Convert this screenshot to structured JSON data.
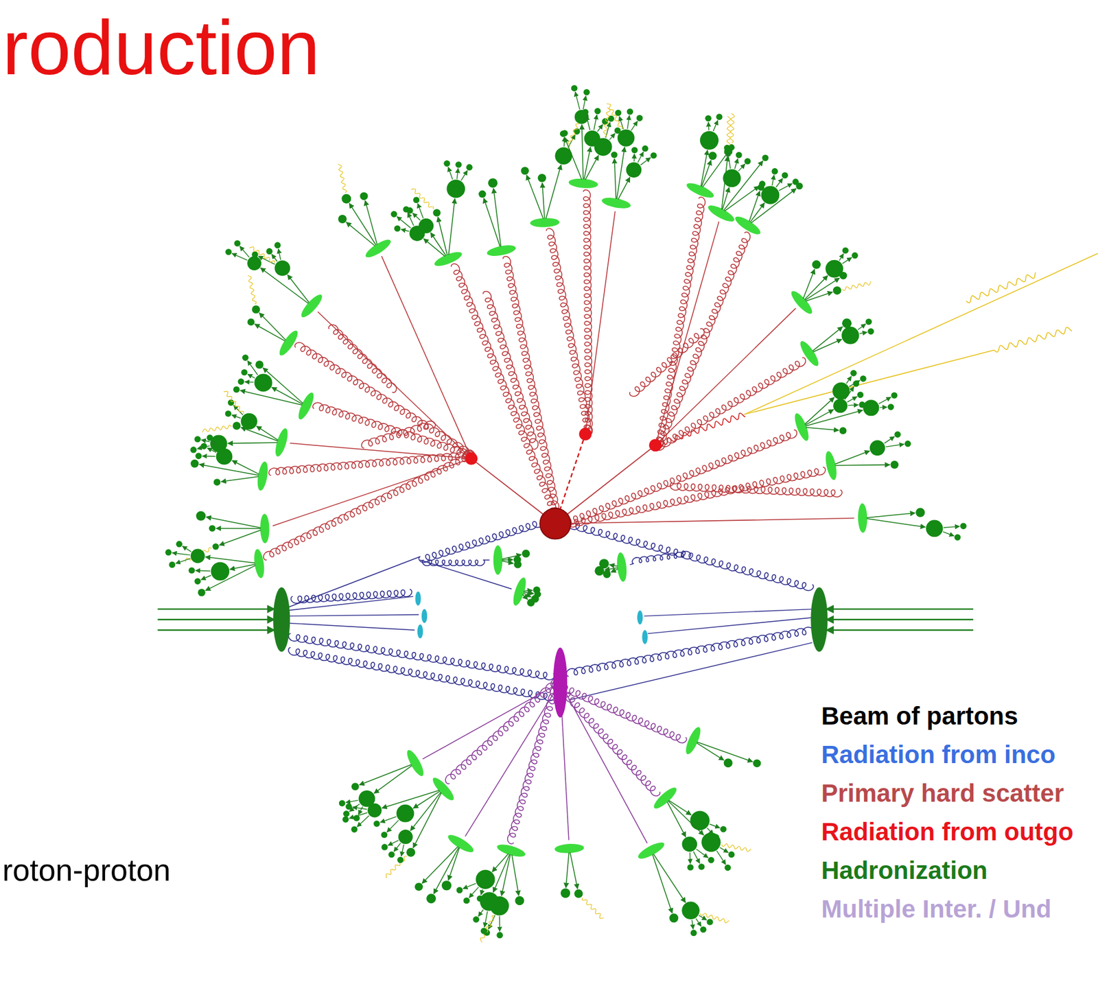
{
  "diagram": {
    "title": "roduction",
    "labels": [
      "roton-proton"
    ],
    "legend": [
      {
        "text": "Beam of partons",
        "color": "#000000"
      },
      {
        "text": "Radiation from inco",
        "color": "#3a6fe0"
      },
      {
        "text": "Primary hard scatter",
        "color": "#b8494b"
      },
      {
        "text": "Radiation from outgo",
        "color": "#e8131b"
      },
      {
        "text": "Hadronization",
        "color": "#1b7a1b"
      },
      {
        "text": "Multiple Inter. / Und",
        "color": "#b8a3d6"
      }
    ]
  }
}
